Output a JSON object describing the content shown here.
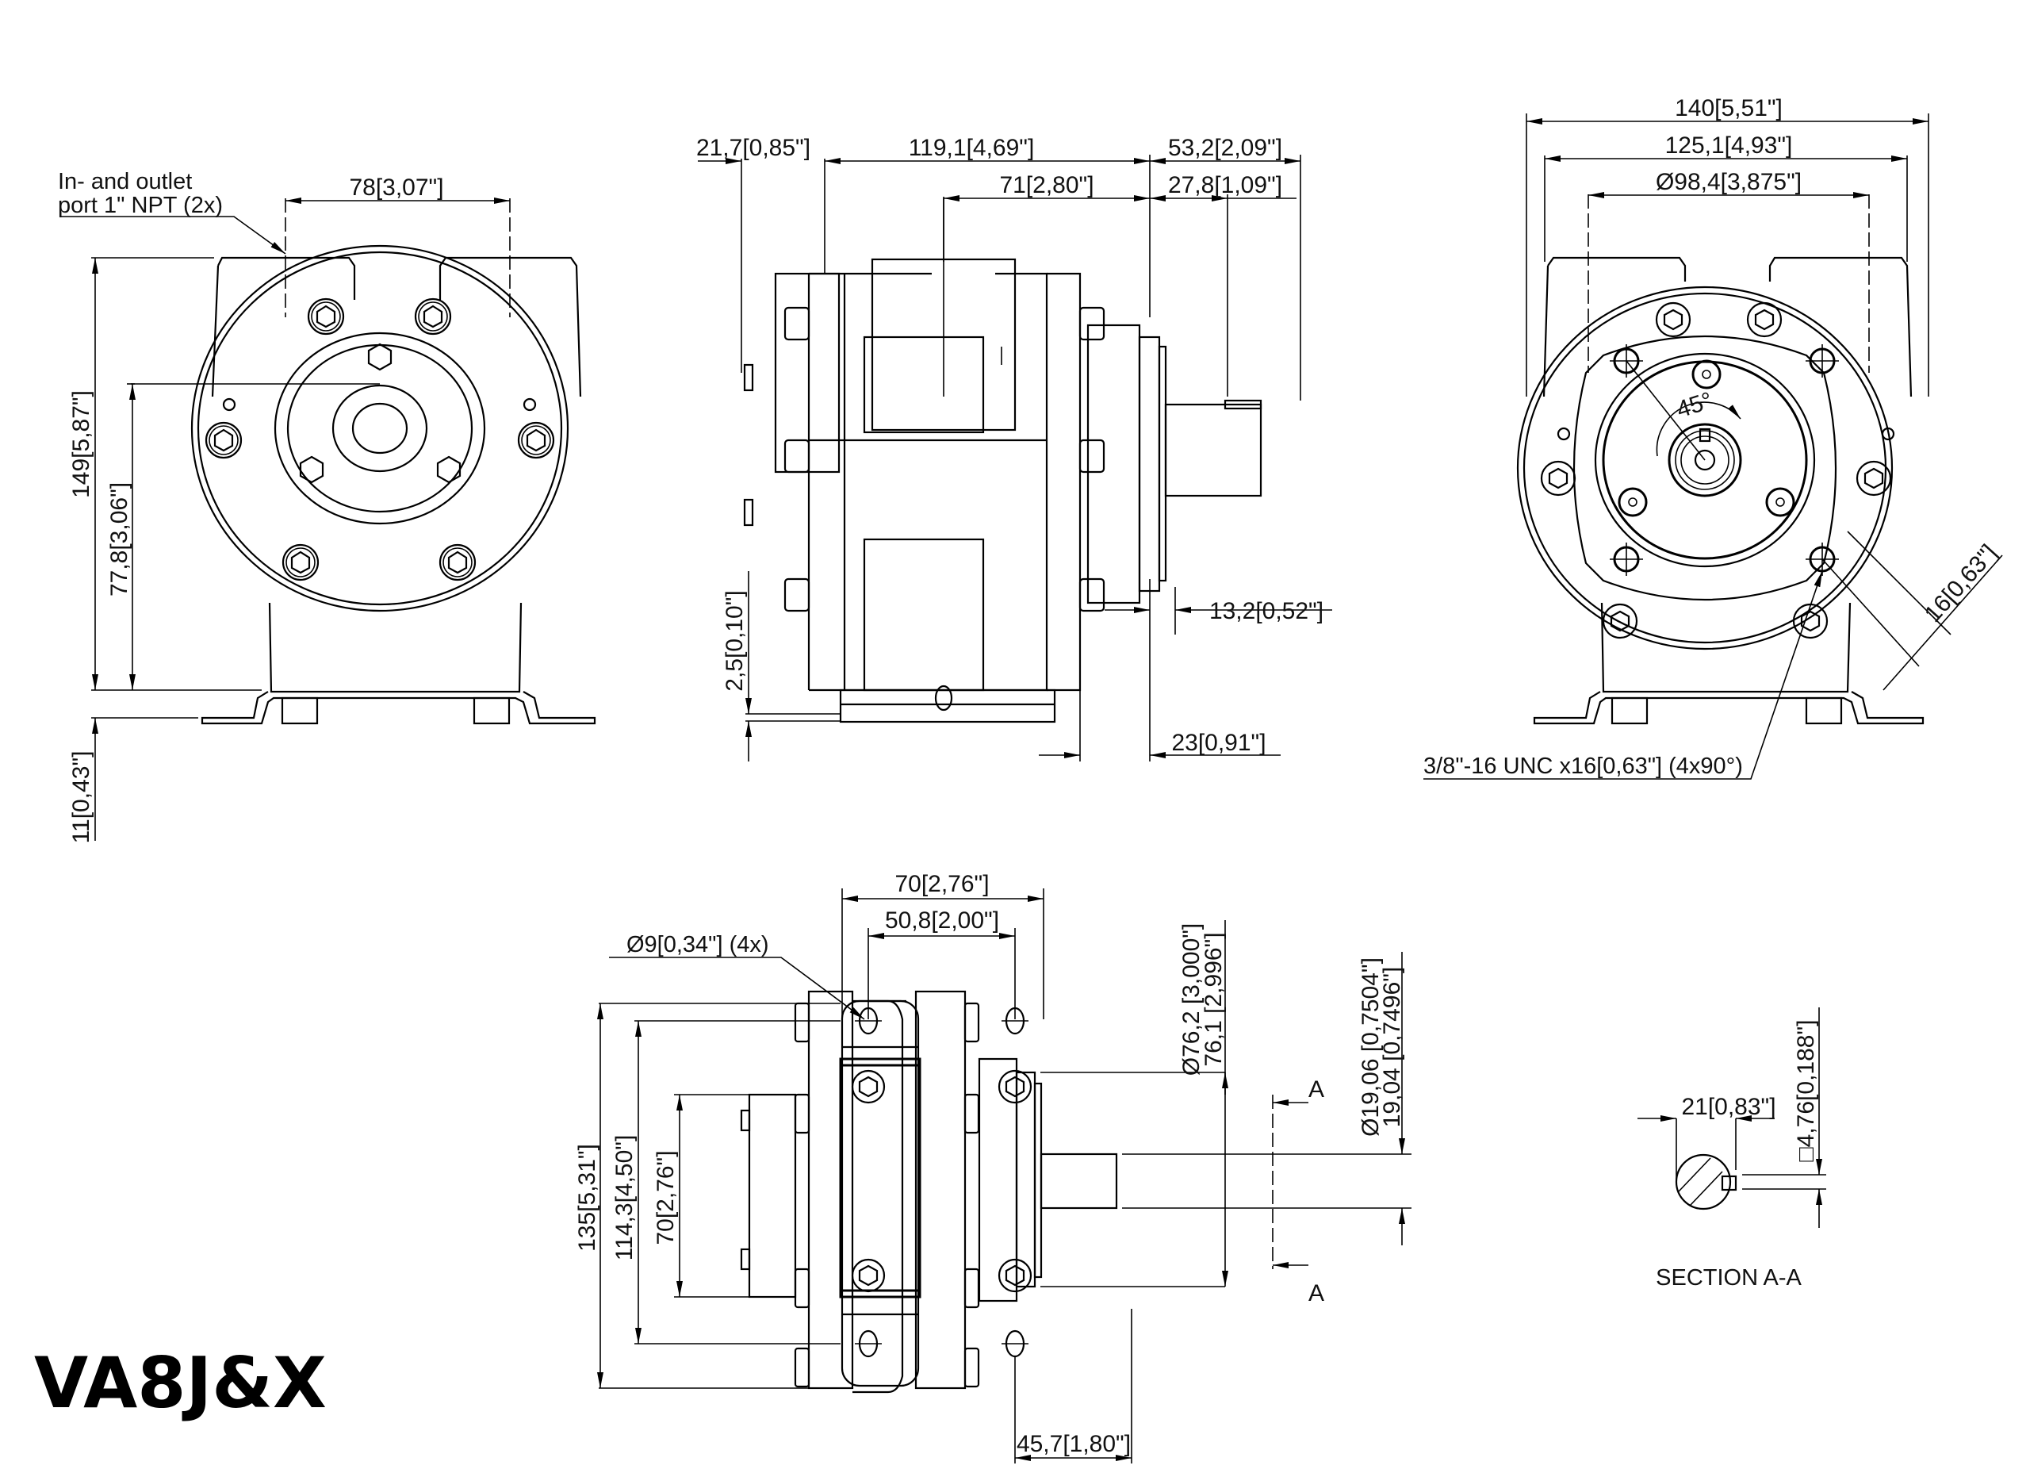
{
  "title": "VA8J&X",
  "front_view": {
    "port_note_line1": "In- and outlet",
    "port_note_line2": "port 1\" NPT (2x)",
    "port_spacing": "78[3,07\"]",
    "overall_height": "149[5,87\"]",
    "shaft_height": "77,8[3,06\"]",
    "foot_height": "11[0,43\"]"
  },
  "side_view": {
    "rear_cover": "21,7[0,85\"]",
    "body_length": "119,1[4,69\"]",
    "shaft_extension": "53,2[2,09\"]",
    "port_offset": "71[2,80\"]",
    "key_length": "27,8[1,09\"]",
    "shaft_shoulder": "13,2[0,52\"]",
    "base_thickness": "2,5[0,10\"]",
    "flange_offset": "23[0,91\"]"
  },
  "rear_view": {
    "overall_width": "140[5,51\"]",
    "port_width": "125,1[4,93\"]",
    "bolt_circle": "Ø98,4[3,875\"]",
    "rotation_angle": "45°",
    "hole_offset": "16[0,63\"]",
    "thread_note": "3/8\"-16 UNC x16[0,63\"] (4x90°)"
  },
  "bottom_view": {
    "foot_hole_spacing_outer": "70[2,76\"]",
    "foot_hole_spacing_inner": "50,8[2,00\"]",
    "foot_hole_note": "Ø9[0,34\"] (4x)",
    "overall_depth": "135[5,31\"]",
    "hole_pitch": "114,3[4,50\"]",
    "port_spacing": "70[2,76\"]",
    "pilot_diameter_max": "Ø76,2 [3,000\"]",
    "pilot_diameter_min": "76,1 [2,996\"]",
    "shaft_diameter_max": "Ø19,06 [0,7504\"]",
    "shaft_diameter_min": "19,04 [0,7496\"]",
    "flange_to_hole": "45,7[1,80\"]",
    "section_marker_top": "A",
    "section_marker_bottom": "A"
  },
  "section_view": {
    "shaft_key_height": "21[0,83\"]",
    "key_size": "□4,76[0,188\"]",
    "label": "SECTION A-A"
  }
}
